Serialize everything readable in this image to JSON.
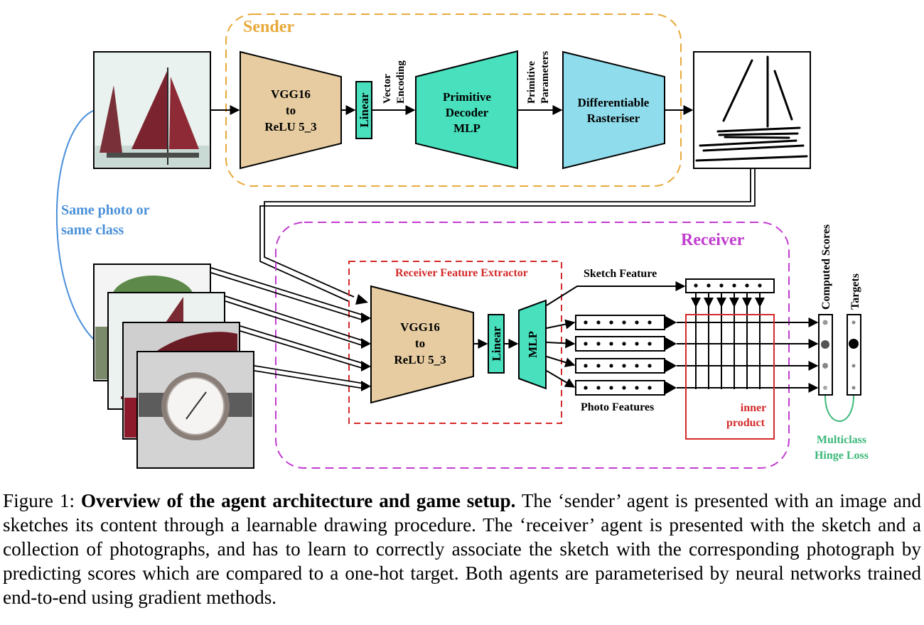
{
  "sender": {
    "title": "Sender",
    "vgg_line1": "VGG16",
    "vgg_line2": "to",
    "vgg_line3": "ReLU 5_3",
    "linear": "Linear",
    "vector_line1": "Vector",
    "vector_line2": "Encoding",
    "decoder_line1": "Primitive",
    "decoder_line2": "Decoder",
    "decoder_line3": "MLP",
    "params_line1": "Primitive",
    "params_line2": "Parameters",
    "raster_line1": "Differentiable",
    "raster_line2": "Rasteriser"
  },
  "link": {
    "line1": "Same photo or",
    "line2": "same class"
  },
  "receiver": {
    "title": "Receiver",
    "extractor": "Receiver Feature Extractor",
    "vgg_line1": "VGG16",
    "vgg_line2": "to",
    "vgg_line3": "ReLU 5_3",
    "linear": "Linear",
    "mlp": "MLP",
    "sketch_feature": "Sketch Feature",
    "photo_features": "Photo Features",
    "inner_line1": "inner",
    "inner_line2": "product",
    "computed_scores": "Computed Scores",
    "targets": "Targets",
    "loss_line1": "Multiclass",
    "loss_line2": "Hinge Loss"
  },
  "caption": {
    "label": "Figure 1: ",
    "title": "Overview of the agent architecture and game setup.",
    "body": " The ‘sender’ agent is presented with an image and sketches its content through a learnable drawing procedure. The ‘receiver’ agent is presented with the sketch and a collection of photographs, and has to learn to correctly associate the sketch with the corresponding photograph by predicting scores which are compared to a one-hot target. Both agents are parameterised by neural networks trained end-to-end using gradient methods."
  },
  "colors": {
    "sender_border": "#e8a93a",
    "receiver_border": "#c13ccf",
    "vgg_fill": "#e6cca0",
    "teal": "#48e0bd",
    "rasteriser": "#8fdcec",
    "link_blue": "#4a90d9",
    "extractor_red": "#d42a2a",
    "loss_green": "#3db87a"
  }
}
